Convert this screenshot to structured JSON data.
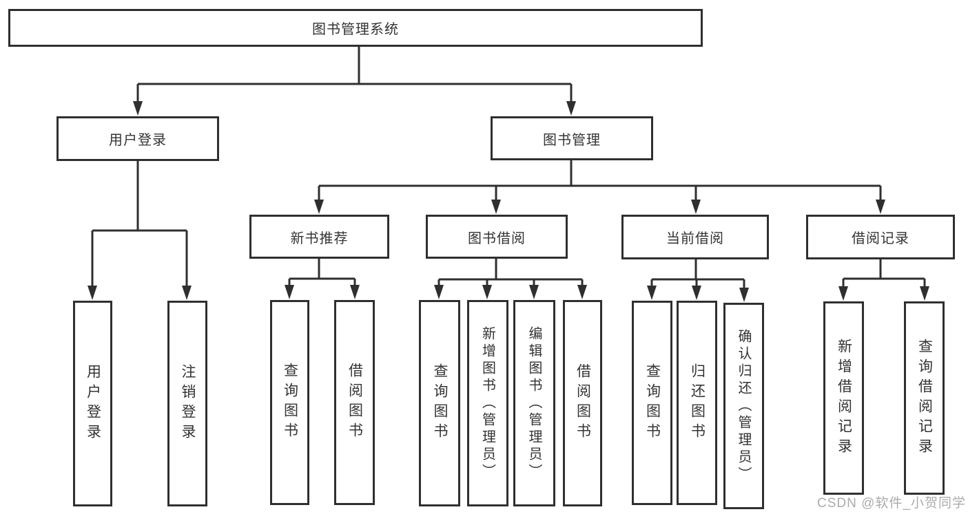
{
  "colors": {
    "line": "#2f2f2f",
    "box_border": "#2f2f2f",
    "text": "#333333",
    "background": "#ffffff",
    "watermark": "#ababab"
  },
  "tree": {
    "root": {
      "label": "图书管理系统"
    },
    "branches": [
      {
        "label": "用户登录",
        "children": [
          {
            "label": "用户登录"
          },
          {
            "label": "注销登录"
          }
        ]
      },
      {
        "label": "图书管理",
        "groups": [
          {
            "label": "新书推荐",
            "children": [
              {
                "label": "查询图书"
              },
              {
                "label": "借阅图书"
              }
            ]
          },
          {
            "label": "图书借阅",
            "children": [
              {
                "label": "查询图书"
              },
              {
                "label": "新增图书（管理员）"
              },
              {
                "label": "编辑图书（管理员）"
              },
              {
                "label": "借阅图书"
              }
            ]
          },
          {
            "label": "当前借阅",
            "children": [
              {
                "label": "查询图书"
              },
              {
                "label": "归还图书"
              },
              {
                "label": "确认归还（管理员）"
              }
            ]
          },
          {
            "label": "借阅记录",
            "children": [
              {
                "label": "新增借阅记录"
              },
              {
                "label": "查询借阅记录"
              }
            ]
          }
        ]
      }
    ]
  },
  "watermark": {
    "text": "CSDN @软件_小贺同学"
  }
}
